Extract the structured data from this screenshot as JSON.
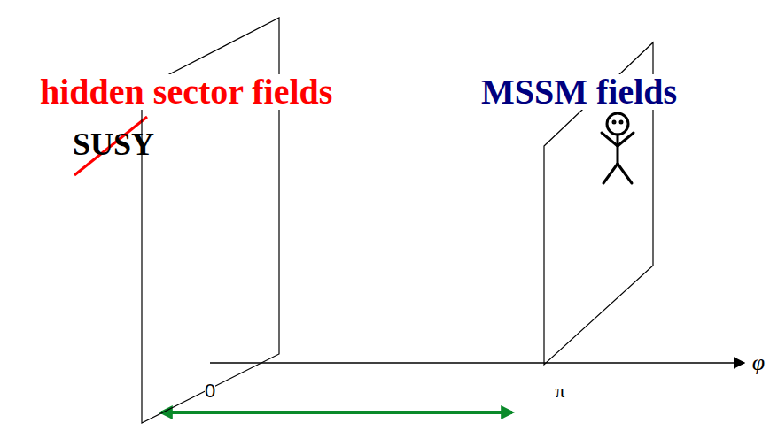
{
  "diagram": {
    "nodes": [
      {
        "text": [
          "hidden sector fields",
          "SUSY"
        ]
      },
      {
        "text": [
          "MSSM fields"
        ]
      }
    ],
    "labels": [
      "φ",
      "0",
      "π"
    ]
  }
}
